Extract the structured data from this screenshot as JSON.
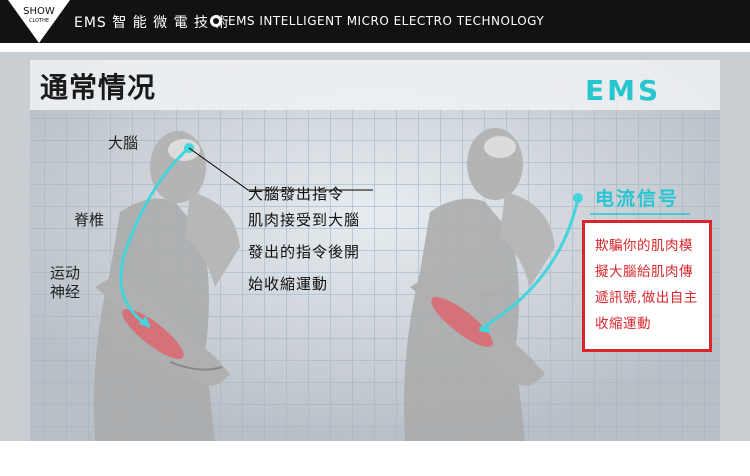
{
  "header": {
    "logo_top": "SHOW",
    "logo_bottom": "CLOTHE",
    "title_cn": "EMS 智 能 微 電 技 術",
    "title_en": "EMS INTELLIGENT MICRO ELECTRO TECHNOLOGY"
  },
  "main": {
    "title": "通常情况",
    "brand": "EMS",
    "labels": {
      "brain": "大腦",
      "spine": "脊椎",
      "motor_nerve_1": "运动",
      "motor_nerve_2": "神经"
    },
    "normal_text": [
      "大腦發出指令",
      "肌肉接受到大腦",
      "發出的指令後開",
      "始收縮運動"
    ],
    "ems_tag": "电流信号",
    "ems_text": [
      "欺騙你的肌肉模",
      "擬大腦給肌肉傳",
      "遞訊號,做出自主",
      "收縮運動"
    ]
  },
  "colors": {
    "accent_cyan": "#26c6cf",
    "alert_red": "#d8262c",
    "header_bg": "#121212"
  }
}
